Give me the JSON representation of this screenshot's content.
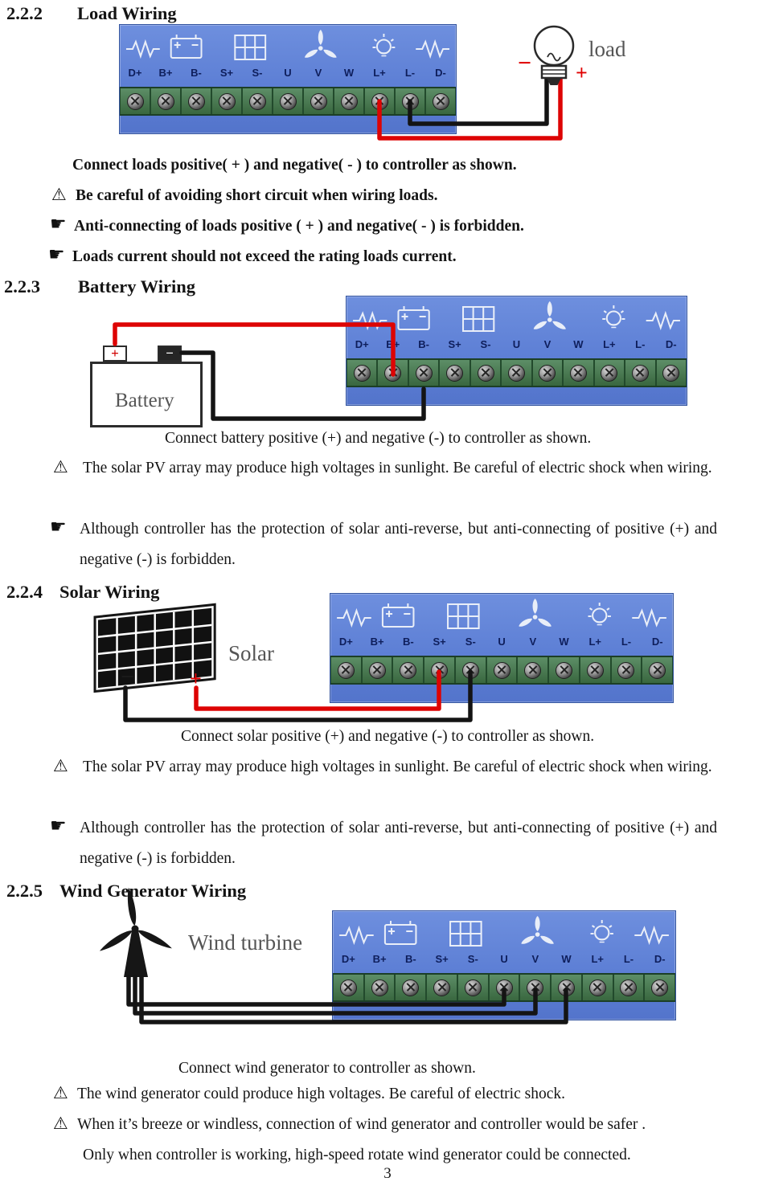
{
  "page": {
    "number": "3"
  },
  "icons": {
    "warning": "⚠",
    "hand": "☛"
  },
  "controller": {
    "terminals": [
      "D+",
      "B+",
      "B-",
      "S+",
      "S-",
      "U",
      "V",
      "W",
      "L+",
      "L-",
      "D-"
    ],
    "body_color": "#5d7fd5",
    "strip_color": "#3c6b46"
  },
  "sections": {
    "load": {
      "number": "2.2.2",
      "title": "Load Wiring",
      "diagram": {
        "load_label": "load",
        "minus": "−",
        "plus": "+"
      },
      "p1": "Connect loads positive( + ) and negative( - ) to controller as shown.",
      "warn1": "Be careful of avoiding short circuit when wiring loads.",
      "hand1": "Anti-connecting of loads positive ( + ) and negative( - ) is forbidden.",
      "hand2": "Loads current should not exceed the rating loads current."
    },
    "battery": {
      "number": "2.2.3",
      "title": "Battery Wiring",
      "diagram": {
        "battery_label": "Battery",
        "plus": "+",
        "minus": "−"
      },
      "p1": "Connect battery positive (+) and negative (-) to controller as shown.",
      "warn1": "The solar PV array may produce high voltages in sunlight. Be careful of electric shock when wiring.",
      "hand1": "Although controller has the protection of solar anti-reverse, but anti-connecting of positive (+) and negative (-) is forbidden."
    },
    "solar": {
      "number": "2.2.4",
      "title": "Solar Wiring",
      "diagram": {
        "solar_label": "Solar",
        "minus": "−",
        "plus": "+"
      },
      "p1": "Connect solar positive (+) and negative (-) to controller as shown.",
      "warn1": "The solar PV array may produce high voltages in sunlight. Be careful of electric shock when wiring.",
      "hand1": "Although controller has the protection of solar anti-reverse, but anti-connecting of positive (+) and negative (-) is forbidden."
    },
    "wind": {
      "number": "2.2.5",
      "title": "Wind Generator Wiring",
      "diagram": {
        "turbine_label": "Wind turbine"
      },
      "p1": "Connect wind generator to controller as shown.",
      "warn1": "The wind generator could produce high voltages. Be careful of electric shock.",
      "warn2": "When it’s breeze or windless, connection of wind generator and controller would be safer .",
      "p2": "Only when controller is working, high-speed rotate wind generator could be connected."
    }
  }
}
